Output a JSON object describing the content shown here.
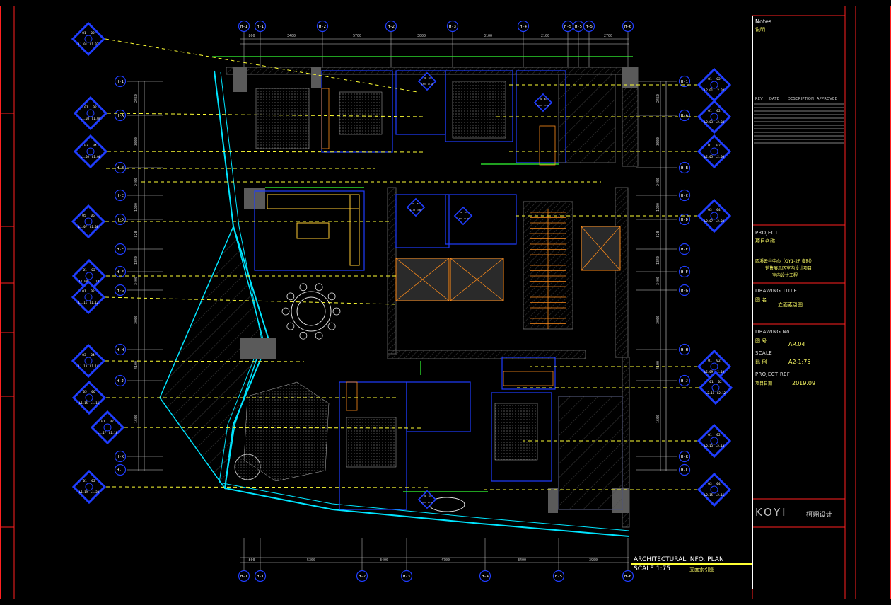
{
  "title_block": {
    "notes_label": "Notes",
    "notes_cn": "说明",
    "rev_headers": [
      "REV",
      "DATE",
      "DESCRIPTION",
      "APPROVED"
    ],
    "project_label": "PROJECT",
    "project_cn": "项目名称",
    "project_name_1": "西溪云谷中心（QY1-2F 临时）",
    "project_name_2": "销售展示区室内设计项目",
    "project_name_3": "室内设计工程",
    "drawing_title_label": "DRAWING TITLE",
    "drawing_title_cn": "图  名",
    "drawing_title_value": "立面索引图",
    "drawing_no_label": "DRAWING No",
    "drawing_no_cn": "图  号",
    "drawing_no_value": "AR.04",
    "scale_label": "SCALE",
    "scale_cn": "比  例",
    "scale_value": "A2-1:75",
    "project_ref_label": "PROJECT REF",
    "project_ref_cn": "项目日期",
    "project_ref_value": "2019.09",
    "logo": "KOYI",
    "company": "柯翊设计"
  },
  "plan": {
    "title_en": "ARCHITECTURAL INFO. PLAN",
    "scale_text": "SCALE 1:75",
    "title_cn": "立面索引图"
  },
  "grid": {
    "top_labels": [
      "H-1",
      "H-1",
      "H-2",
      "H-2",
      "H-3",
      "H-4",
      "H-5",
      "H-5",
      "H-5",
      "H-6"
    ],
    "top_dims": [
      "800",
      "3400",
      "5700",
      "3000",
      "3100",
      "2100",
      "2700"
    ],
    "bottom_labels": [
      "H-1",
      "H-1",
      "H-2",
      "H-3",
      "H-4",
      "H-5",
      "H-6"
    ],
    "bottom_dims": [
      "800",
      "5300",
      "3400",
      "4700",
      "3400",
      "3900"
    ],
    "left_labels": [
      "H-1",
      "H-A",
      "H-B",
      "H-C",
      "H-D",
      "H-E",
      "H-F",
      "H-G",
      "H-H",
      "H-J",
      "H-K",
      "H-L"
    ],
    "right_labels": [
      "H-1",
      "H-A",
      "H-B",
      "H-C",
      "H-D",
      "H-E",
      "H-F",
      "H-G",
      "H-H",
      "H-J",
      "H-K",
      "H-L"
    ],
    "left_dims": [
      "2450",
      "3000",
      "2400",
      "1200",
      "820",
      "1340",
      "3400",
      "3000",
      "4100",
      "1600"
    ],
    "right_dims": [
      "2450",
      "3000",
      "2400",
      "1200",
      "820",
      "1340",
      "3400",
      "3000",
      "4100",
      "1600"
    ]
  },
  "index_tags": {
    "left": [
      [
        "01",
        "02",
        "L1.01",
        "L1.02"
      ],
      [
        "01",
        "02",
        "L1.03",
        "L1.04"
      ],
      [
        "03",
        "04",
        "L1.05",
        "L1.06"
      ],
      [
        "05",
        "06",
        "L1.07",
        "L1.08"
      ],
      [
        "01",
        "02",
        "L1.09",
        "L1.10"
      ],
      [
        "01",
        "02",
        "L1.11",
        "L1.12"
      ],
      [
        "03",
        "04",
        "L1.13",
        "L1.14"
      ],
      [
        "05",
        "06",
        "L1.15",
        "L1.16"
      ],
      [
        "01",
        "02",
        "L1.17",
        "L1.18"
      ],
      [
        "01",
        "02",
        "L1.19",
        "L1.20"
      ]
    ],
    "right": [
      [
        "01",
        "02",
        "L2.01",
        "L2.02"
      ],
      [
        "01",
        "02",
        "L2.03",
        "L2.04"
      ],
      [
        "01",
        "02",
        "L2.05",
        "L2.06"
      ],
      [
        "03",
        "04",
        "L2.07",
        "L2.08"
      ],
      [
        "01",
        "02",
        "L2.09",
        "L2.10"
      ],
      [
        "01",
        "02",
        "L2.11",
        "L2.12"
      ],
      [
        "01",
        "02",
        "L2.13",
        "L2.14"
      ],
      [
        "03",
        "04",
        "L2.15",
        "L2.16"
      ]
    ],
    "inner": [
      [
        "01",
        "02",
        "L3.01",
        "L3.02"
      ],
      [
        "01",
        "02",
        "L3.03",
        "L3.04"
      ],
      [
        "03",
        "04",
        "L3.05",
        "L3.06"
      ],
      [
        "01",
        "02",
        "L3.07",
        "L3.08"
      ],
      [
        "01",
        "02",
        "L3.09",
        "L3.10"
      ]
    ]
  },
  "colors": {
    "frame": "#ff2020",
    "border": "#ffffff",
    "wall": "#5a5a5a",
    "glass": "#00e5ff",
    "yellow": "#ffff33",
    "blue": "#1f3dff",
    "green": "#33ff33",
    "orange": "#ff8c1a",
    "magenta": "#ff55ff",
    "dim": "#cfcfcf"
  }
}
